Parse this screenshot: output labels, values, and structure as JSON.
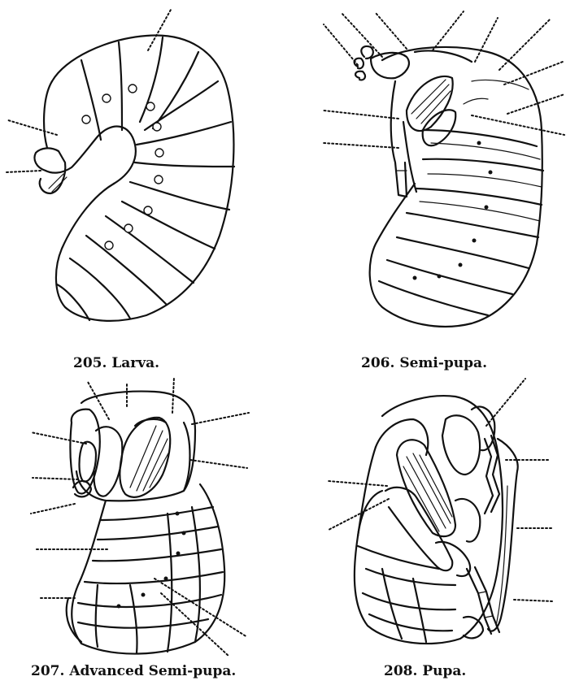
{
  "figures": [
    {
      "id": "205",
      "caption": "205. Larva."
    },
    {
      "id": "206",
      "caption": "206. Semi-pupa."
    },
    {
      "id": "207",
      "caption": "207. Advanced Semi-pupa."
    },
    {
      "id": "208",
      "caption": "208. Pupa."
    }
  ]
}
